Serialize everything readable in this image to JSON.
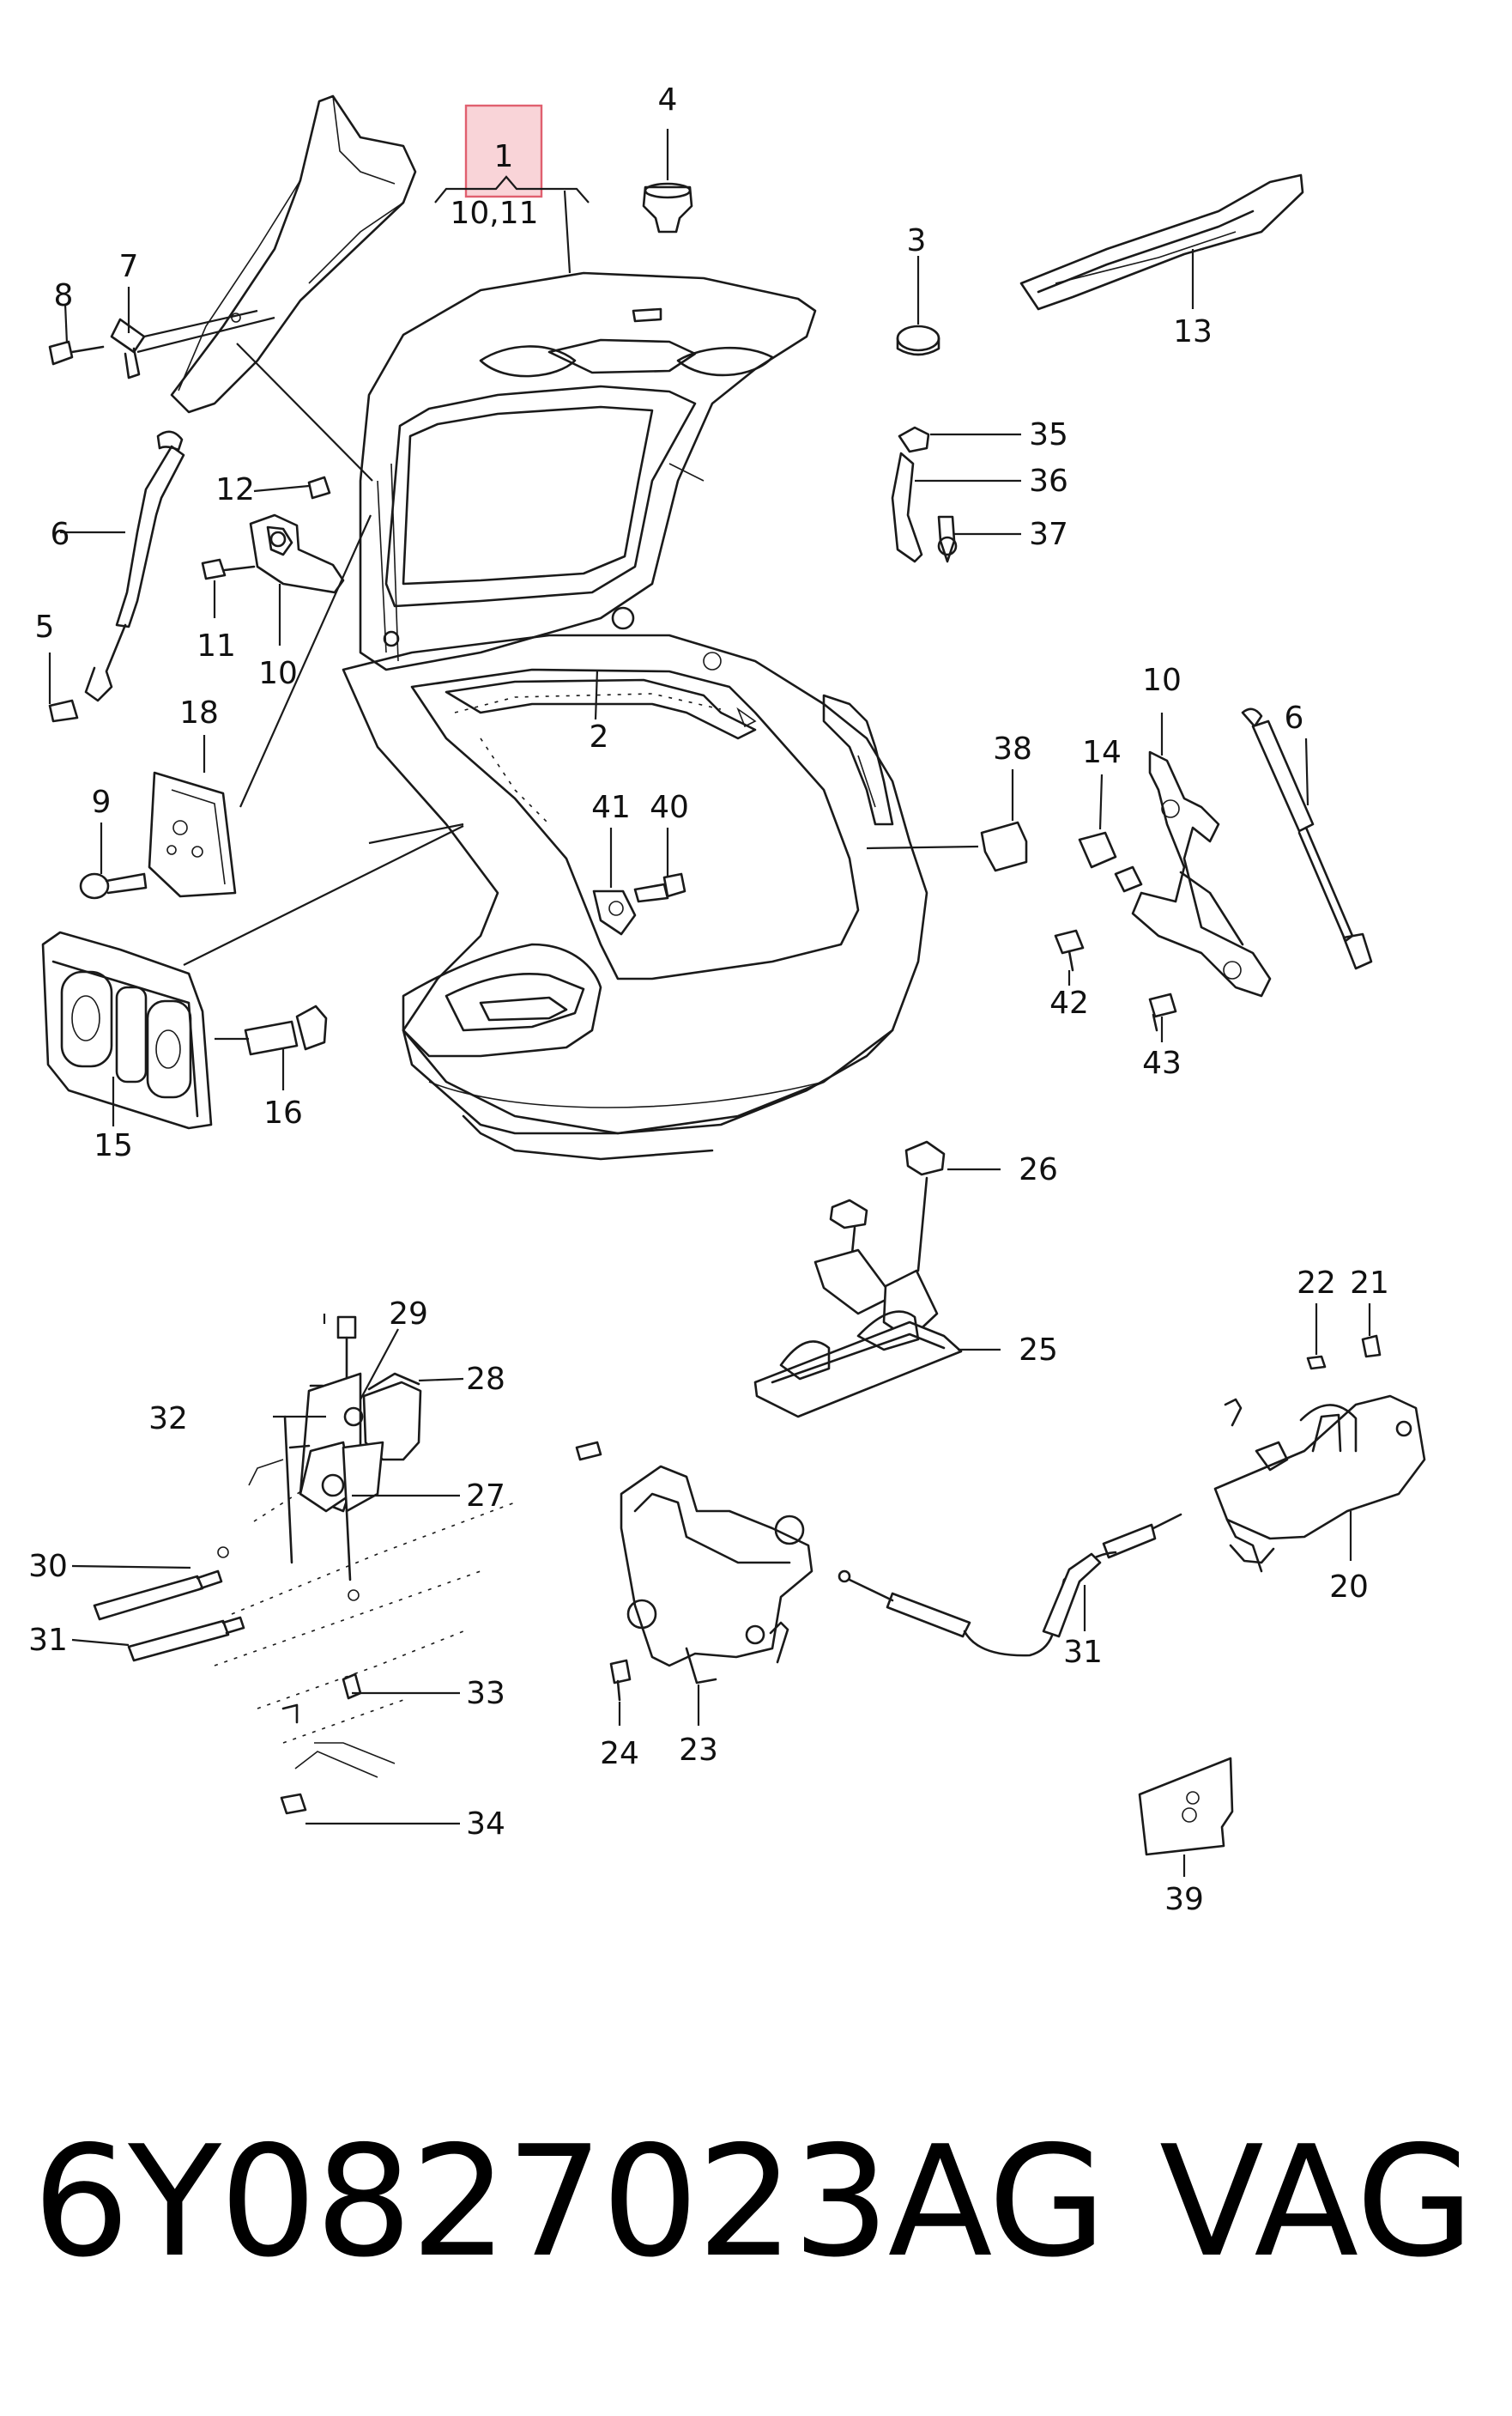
{
  "diagram": {
    "highlight_callout": "1",
    "callouts": {
      "c1": "1",
      "c10_11": "10,11",
      "c2": "2",
      "c3": "3",
      "c4": "4",
      "c5": "5",
      "c6a": "6",
      "c6b": "6",
      "c7": "7",
      "c8": "8",
      "c9": "9",
      "c10a": "10",
      "c10b": "10",
      "c11": "11",
      "c12": "12",
      "c13": "13",
      "c14": "14",
      "c15": "15",
      "c16": "16",
      "c18": "18",
      "c20": "20",
      "c21": "21",
      "c22": "22",
      "c23": "23",
      "c24": "24",
      "c25": "25",
      "c26": "26",
      "c27": "27",
      "c28": "28",
      "c29": "29",
      "c30": "30",
      "c31a": "31",
      "c31b": "31",
      "c32": "32",
      "c33": "33",
      "c34": "34",
      "c35": "35",
      "c36": "36",
      "c37": "37",
      "c38": "38",
      "c39": "39",
      "c40": "40",
      "c41": "41",
      "c42": "42",
      "c43": "43"
    },
    "colors": {
      "highlight": "#e0606f",
      "line": "#1a1a1a"
    }
  },
  "footer": {
    "part_number": "6Y0827023AG",
    "brand": "VAG"
  }
}
